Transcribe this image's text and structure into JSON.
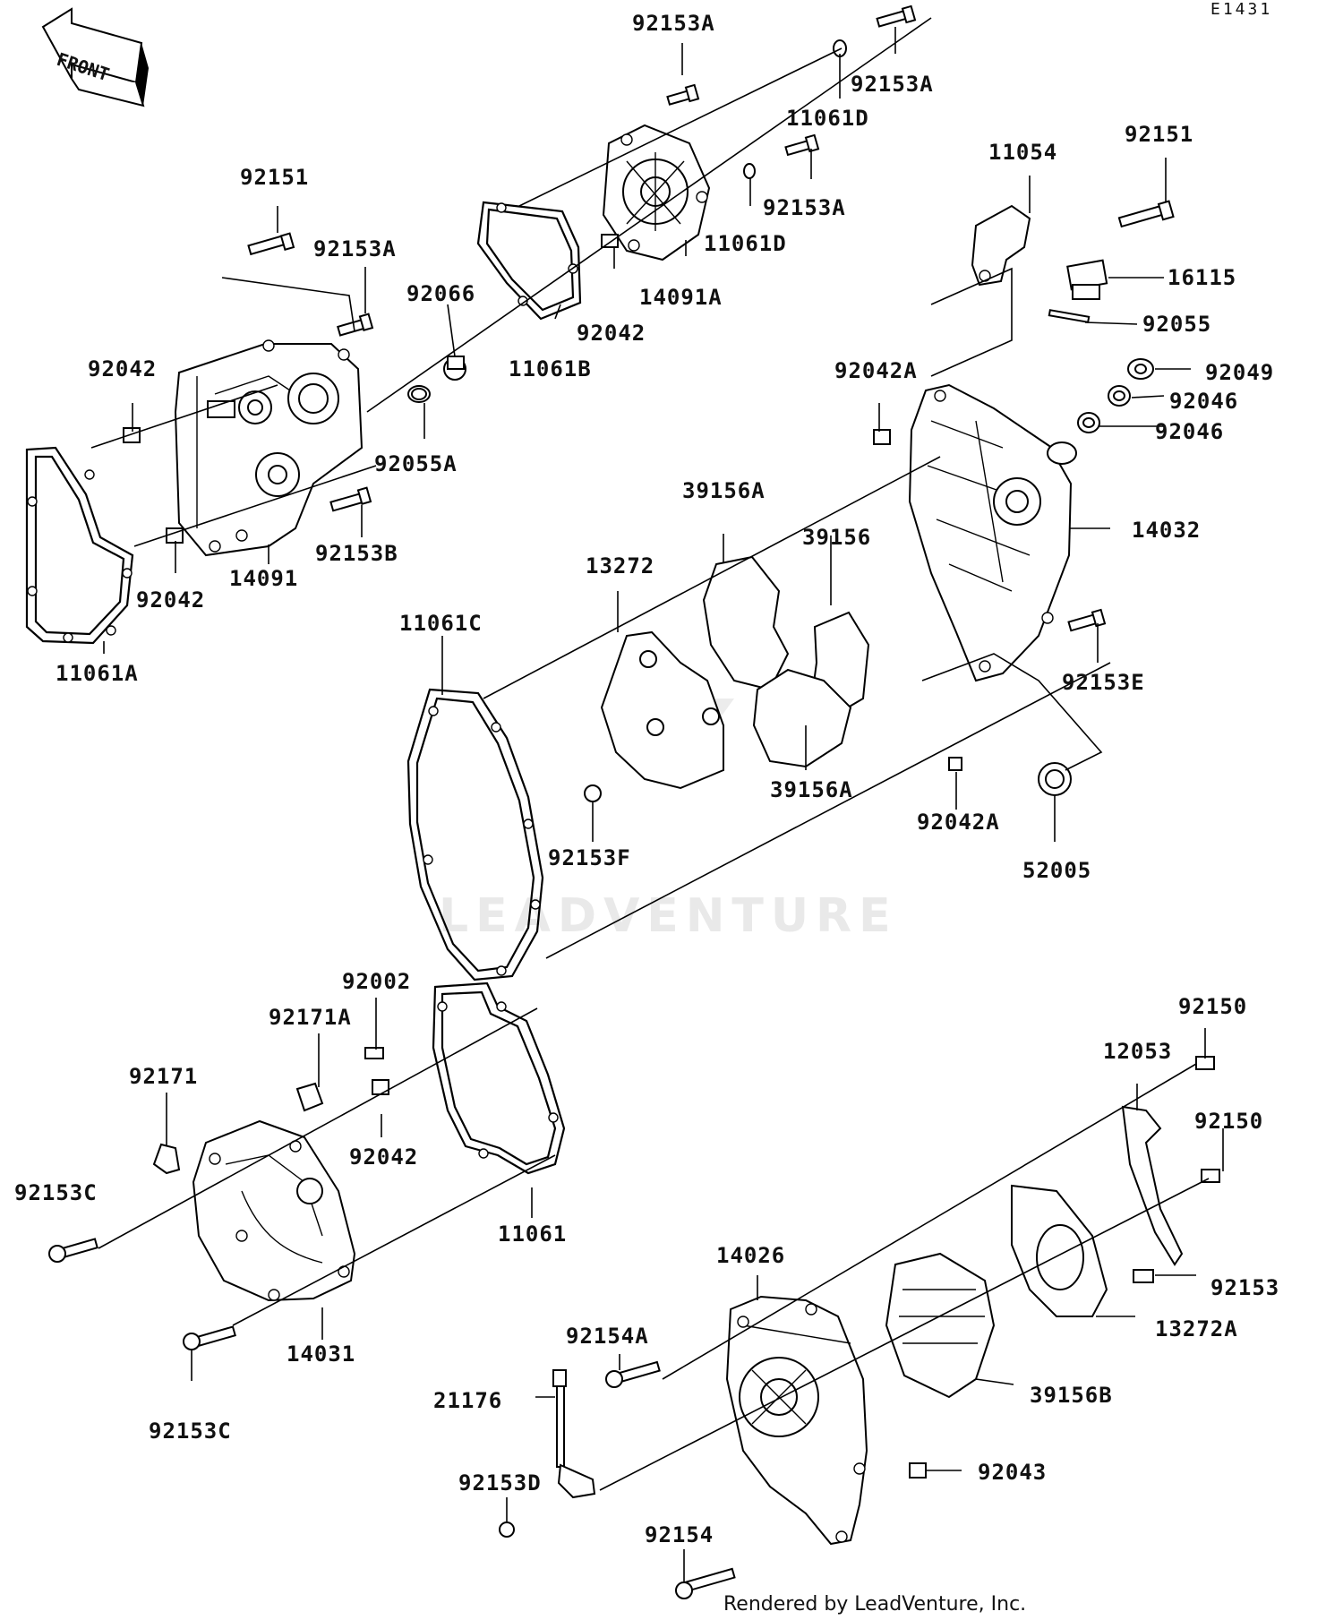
{
  "figure_code": "E1431",
  "front_label": "FRONT",
  "watermark": "LEADVENTURE",
  "credit": "Rendered by LeadVenture, Inc.",
  "callouts": [
    "92153A",
    "92153A",
    "11061D",
    "92153A",
    "11061D",
    "14091A",
    "92042",
    "11061B",
    "92151",
    "92153A",
    "92066",
    "92042",
    "92055A",
    "14091",
    "92153B",
    "92042",
    "11061A",
    "11054",
    "92151",
    "16115",
    "92055",
    "92042A",
    "92049",
    "92046",
    "92046",
    "14032",
    "39156A",
    "39156",
    "13272",
    "11061C",
    "92153E",
    "92153F",
    "39156A",
    "92042A",
    "52005",
    "92002",
    "92171A",
    "92171",
    "92042",
    "11061",
    "92153C",
    "14031",
    "92153C",
    "92150",
    "12053",
    "92150",
    "92153",
    "14026",
    "13272A",
    "92154A",
    "39156B",
    "21176",
    "92043",
    "92153D",
    "92154"
  ]
}
